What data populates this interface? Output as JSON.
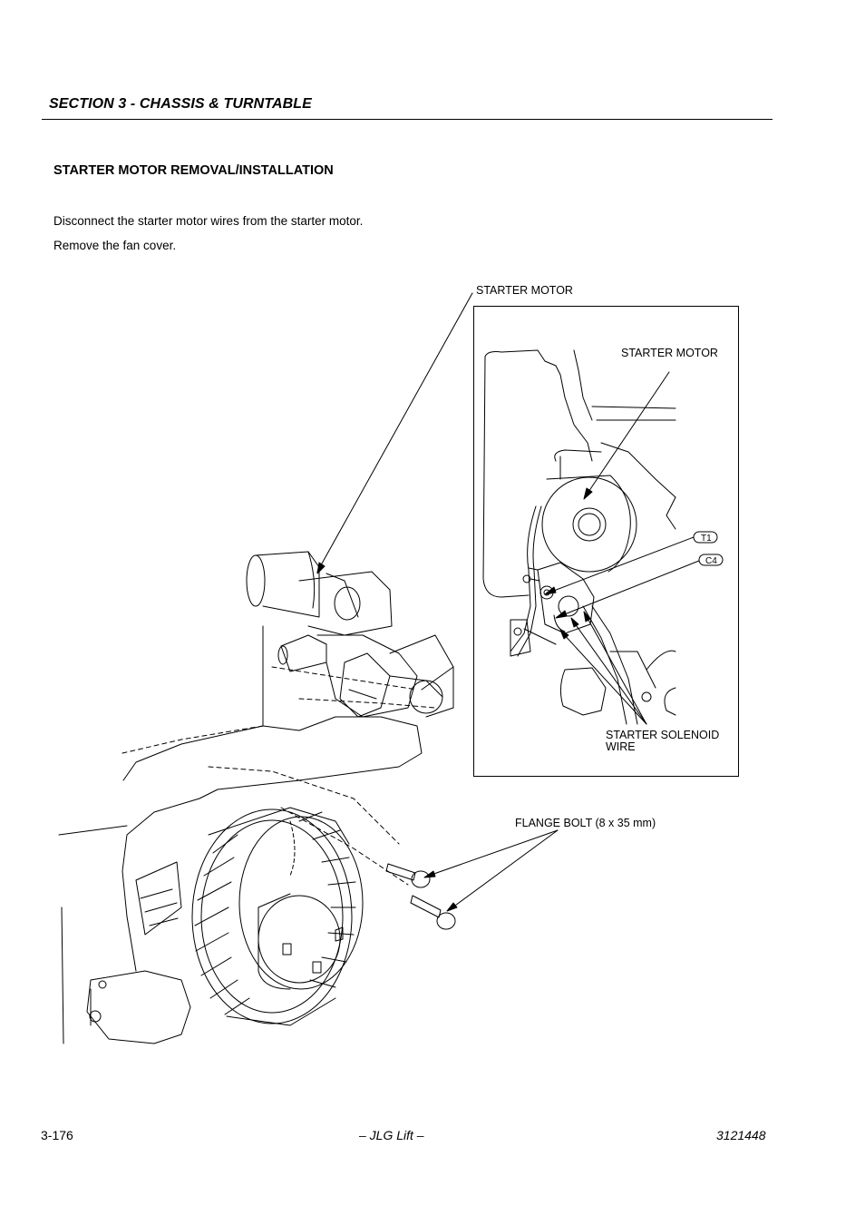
{
  "header": {
    "section_title": "SECTION 3 - CHASSIS & TURNTABLE"
  },
  "content": {
    "heading": "STARTER MOTOR REMOVAL/INSTALLATION",
    "steps": [
      "Disconnect the starter motor wires from the starter motor.",
      "Remove the fan cover."
    ]
  },
  "figure": {
    "label_starter_motor_main": "STARTER MOTOR",
    "label_starter_motor_inset": "STARTER MOTOR",
    "label_t1": "T1",
    "label_c4": "C4",
    "label_solenoid_line1": "STARTER SOLENOID",
    "label_solenoid_line2": "WIRE",
    "label_flange_bolt": "FLANGE BOLT (8 x 35 mm)"
  },
  "footer": {
    "page_number": "3-176",
    "publisher": "– JLG Lift –",
    "doc_number": "3121448"
  }
}
